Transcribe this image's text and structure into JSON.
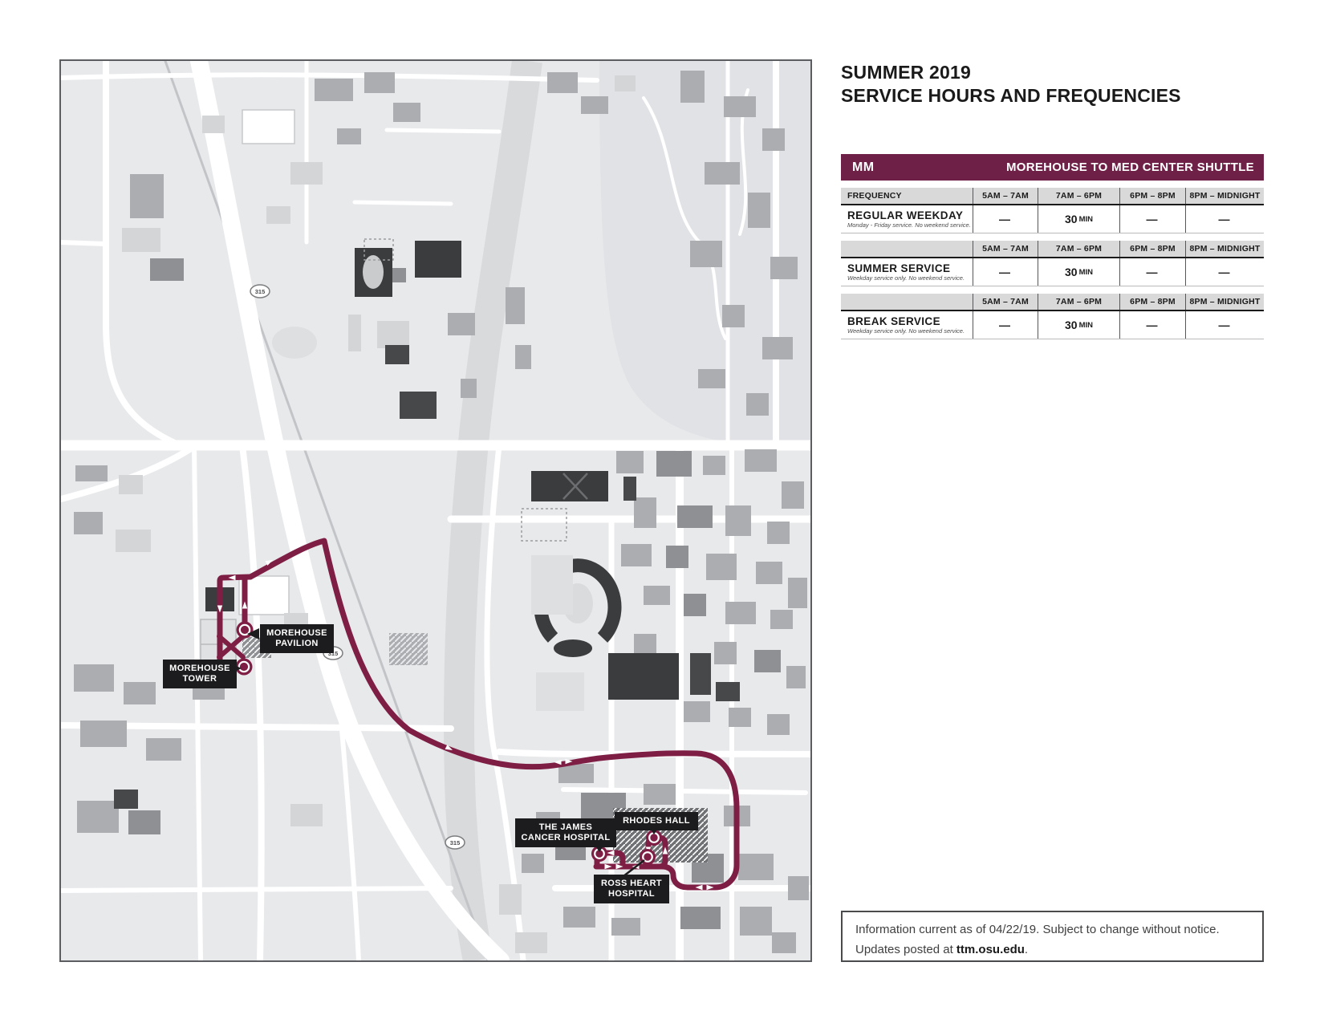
{
  "page": {
    "title_line1": "SUMMER 2019",
    "title_line2": "SERVICE HOURS AND FREQUENCIES"
  },
  "schedule": {
    "route_code": "MM",
    "route_name": "MOREHOUSE TO MED CENTER SHUTTLE",
    "frequency_label": "FREQUENCY",
    "columns": [
      "5AM – 7AM",
      "7AM – 6PM",
      "6PM – 8PM",
      "8PM – MIDNIGHT"
    ],
    "sections": [
      {
        "name": "REGULAR WEEKDAY",
        "note": "Monday - Friday service. No weekend service.",
        "values": [
          {
            "num": "—",
            "unit": ""
          },
          {
            "num": "30",
            "unit": "MIN"
          },
          {
            "num": "—",
            "unit": ""
          },
          {
            "num": "—",
            "unit": ""
          }
        ]
      },
      {
        "name": "SUMMER SERVICE",
        "note": "Weekday service only. No weekend service.",
        "values": [
          {
            "num": "—",
            "unit": ""
          },
          {
            "num": "30",
            "unit": "MIN"
          },
          {
            "num": "—",
            "unit": ""
          },
          {
            "num": "—",
            "unit": ""
          }
        ]
      },
      {
        "name": "BREAK SERVICE",
        "note": "Weekday service only. No weekend service.",
        "values": [
          {
            "num": "—",
            "unit": ""
          },
          {
            "num": "30",
            "unit": "MIN"
          },
          {
            "num": "—",
            "unit": ""
          },
          {
            "num": "—",
            "unit": ""
          }
        ]
      }
    ]
  },
  "map": {
    "shield": "315",
    "stops": {
      "pavilion": {
        "line1": "MOREHOUSE",
        "line2": "PAVILION"
      },
      "tower": {
        "line1": "MOREHOUSE",
        "line2": "TOWER"
      },
      "james": {
        "line1": "THE JAMES",
        "line2": "CANCER HOSPITAL"
      },
      "rhodes": {
        "line1": "RHODES HALL"
      },
      "ross": {
        "line1": "ROSS HEART",
        "line2": "HOSPITAL"
      }
    }
  },
  "footer": {
    "line1": "Information current as of 04/22/19. Subject to change without notice.",
    "line2_prefix": "Updates posted at ",
    "line2_link": "ttm.osu.edu",
    "line2_suffix": "."
  },
  "colors": {
    "route_maroon": "#7E1E44",
    "header_maroon": "#6E2046",
    "map_bg": "#E8E9EB",
    "label_box": "#1C1C1E"
  }
}
